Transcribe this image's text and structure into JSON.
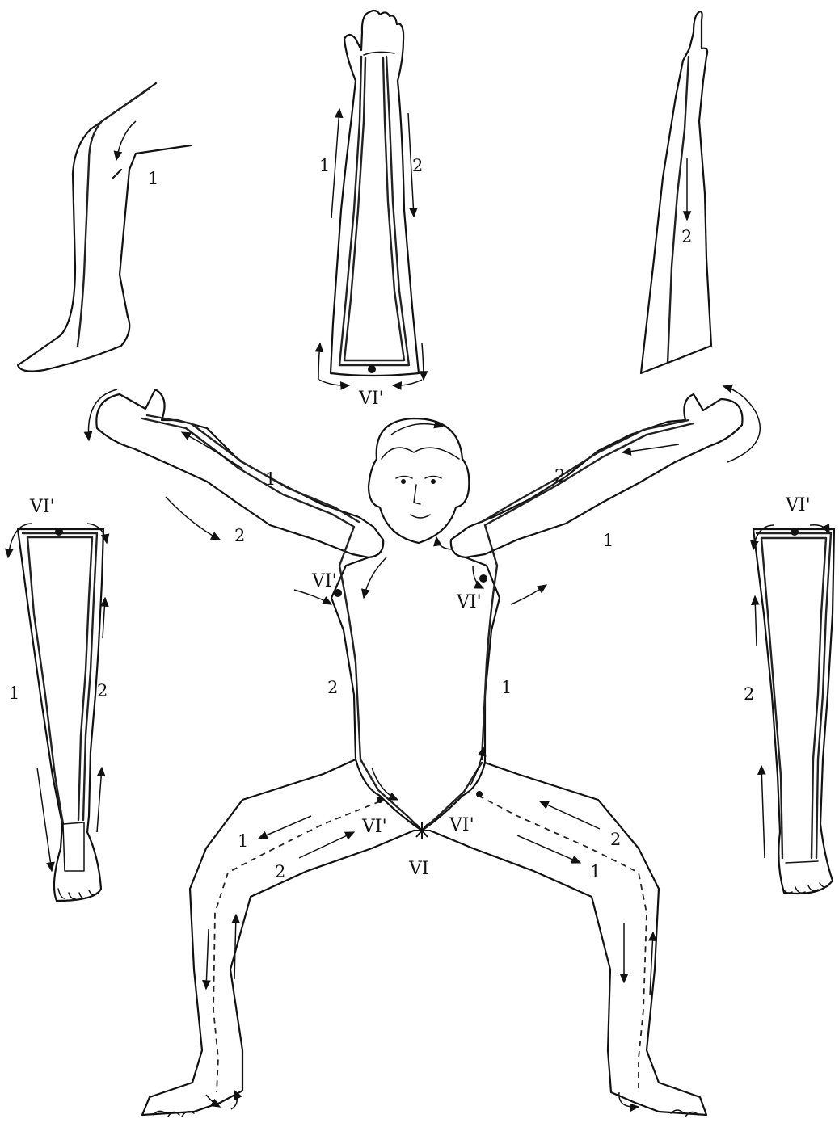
{
  "figure": {
    "point_labels": {
      "central": "VI",
      "secondary": "VI'"
    },
    "line_labels": {
      "one": "1",
      "two": "2"
    }
  }
}
